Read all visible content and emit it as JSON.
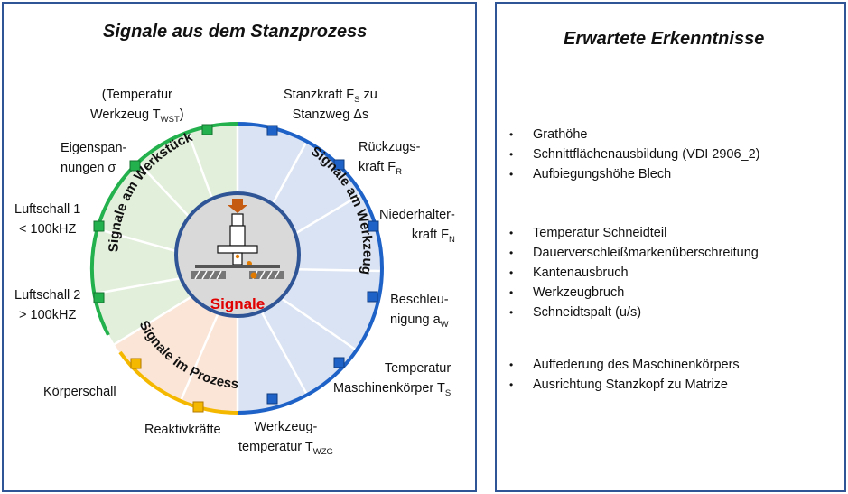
{
  "left": {
    "title": "Signale aus dem Stanzprozess",
    "center_label": "Signale",
    "arc_werkstueck": "Signale am Werkstück",
    "arc_werkzeug": "Signale am Werkzeug",
    "arc_prozess": "Signale im Prozess",
    "labels": {
      "temp_wz_1": "(Temperatur",
      "temp_wz_2": "Werkzeug T",
      "temp_wz_sub": "WST",
      "temp_wz_end": ")",
      "eigen_1": "Eigenspan-",
      "eigen_2": "nungen σ",
      "luft1_1": "Luftschall 1",
      "luft1_2": "< 100kHZ",
      "luft2_1": "Luftschall 2",
      "luft2_2": "> 100kHZ",
      "koerper": "Körperschall",
      "reaktiv": "Reaktivkräfte",
      "wzt_1": "Werkzeug-",
      "wzt_2": "temperatur T",
      "wzt_sub": "WZG",
      "stanz_1": "Stanzkraft F",
      "stanz_sub": "S",
      "stanz_1b": " zu",
      "stanz_2": "Stanzweg Δs",
      "rueck_1": "Rückzugs-",
      "rueck_2": "kraft F",
      "rueck_sub": "R",
      "nieder_1": "Niederhalter-",
      "nieder_2": "kraft F",
      "nieder_sub": "N",
      "beschl_1": "Beschleu-",
      "beschl_2": "nigung a",
      "beschl_sub": "W",
      "tm_1": "Temperatur",
      "tm_2": "Maschinenkörper T",
      "tm_sub": "S"
    }
  },
  "right": {
    "title": "Erwartete Erkenntnisse",
    "group1": [
      "Grathöhe",
      "Schnittflächenausbildung (VDI 2906_2)",
      "Aufbiegungshöhe  Blech"
    ],
    "group2": [
      "Temperatur Schneidteil",
      "Dauerverschleißmarkenüberschreitung",
      "Kantenausbruch",
      "Werkzeugbruch",
      "Schneidtspalt (u/s)"
    ],
    "group3": [
      "Auffederung des Maschinenkörpers",
      "Ausrichtung Stanzkopf zu Matrize"
    ]
  },
  "colors": {
    "border": "#2f5597",
    "green": "#22b14c",
    "green_fill": "#e2efda",
    "blue": "#1e62c8",
    "blue_fill": "#dae3f3",
    "orange": "#f5b800",
    "orange_fill": "#fbe5d6",
    "center_fill": "#d9d9d9",
    "center_text": "#e00000"
  }
}
